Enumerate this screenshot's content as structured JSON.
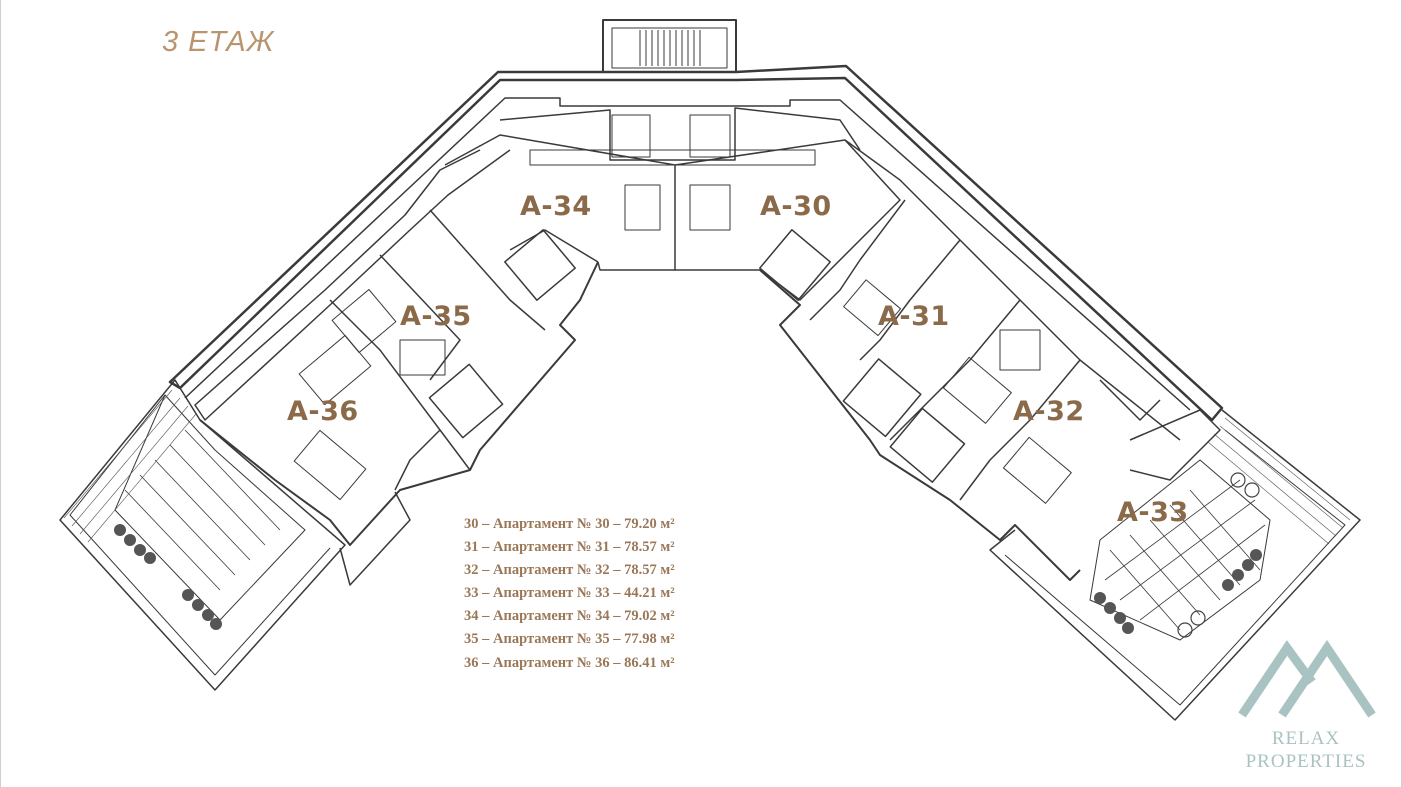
{
  "floor_title": "3 ЕТАЖ",
  "units": [
    {
      "id": "A-30",
      "label": "A-30"
    },
    {
      "id": "A-31",
      "label": "A-31"
    },
    {
      "id": "A-32",
      "label": "A-32"
    },
    {
      "id": "A-33",
      "label": "A-33"
    },
    {
      "id": "A-34",
      "label": "A-34"
    },
    {
      "id": "A-35",
      "label": "A-35"
    },
    {
      "id": "A-36",
      "label": "A-36"
    }
  ],
  "legend": [
    "30 – Апартамент № 30 – 79.20 м²",
    "31 – Апартамент № 31 – 78.57 м²",
    "32 – Апартамент № 32 – 78.57 м²",
    "33 – Апартамент № 33 – 44.21 м²",
    "34 – Апартамент № 34 – 79.02 м²",
    "35 – Апартамент № 35 – 77.98 м²",
    "36 – Апартамент № 36 – 86.41 м²"
  ],
  "logo": {
    "line1": "RELAX",
    "line2": "PROPERTIES",
    "color": "#a9c2c2"
  },
  "colors": {
    "title": "#b8956f",
    "unit_label": "#8b6a4a",
    "legend": "#9a7757",
    "lines": "#3a3a3a"
  }
}
